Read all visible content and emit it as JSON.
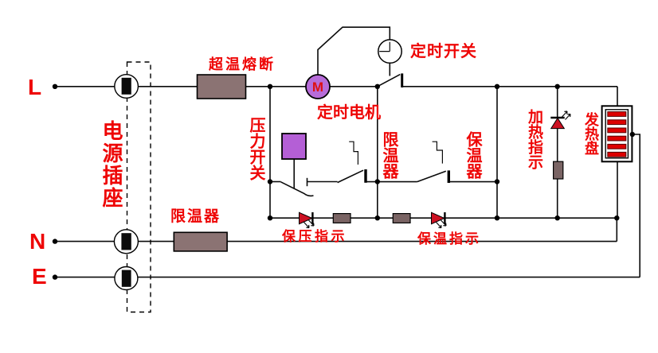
{
  "diagram_type": "appliance-circuit-schematic",
  "colors": {
    "label_red": "#ee0505",
    "component_brown": "#8b7373",
    "resistor_dark": "#7a6464",
    "purple_actuator": "#b45fd6",
    "motor_purple": "#b76cd9",
    "led_red": "#cc1122",
    "heater_bar_red": "#dd0000"
  },
  "terminals": {
    "live": "L",
    "neutral": "N",
    "earth": "E"
  },
  "labels": {
    "power_socket": "电源插座",
    "overtemp_fuse": "超温熔断",
    "timer_switch": "定时开关",
    "timer_motor": "定时电机",
    "motor_m": "M",
    "pressure_switch": "压力开关",
    "temp_limiter": "限温器",
    "warm_keeper": "保温器",
    "heating_indicator": "加热指示",
    "heating_plate": "发热盘",
    "temp_limiter_neutral": "限温器",
    "pressure_hold_indicator": "保压指示",
    "warm_hold_indicator": "保温指示"
  }
}
